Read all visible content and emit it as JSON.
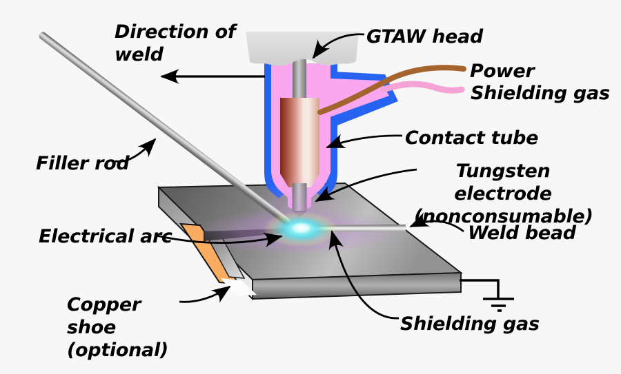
{
  "title": "Gas tungsten arc welding (GTAW) diagram",
  "labels": {
    "direction_of_weld": "Direction of weld",
    "gtaw_head": "GTAW head",
    "power": "Power",
    "shielding_gas_supply": "Shielding gas",
    "contact_tube": "Contact tube",
    "tungsten_electrode": "Tungsten electrode (nonconsumable)",
    "filler_rod": "Filler rod",
    "electrical_arc": "Electrical arc",
    "weld_bead": "Weld bead",
    "copper_shoe": "Copper shoe (optional)",
    "shielding_gas_flow": "Shielding gas"
  },
  "colors": {
    "background": "#f7f7f7",
    "torch_blue": "#2563f0",
    "torch_pink": "#f9a7ee",
    "power_wire_brown": "#a5632d",
    "gas_tube_pink": "#f5a3d6",
    "copper_shoe_orange": "#f9ad61",
    "head_gray": "#d9d9d9",
    "arc_cyan": "#4ae0e8",
    "line_black": "#000000"
  }
}
